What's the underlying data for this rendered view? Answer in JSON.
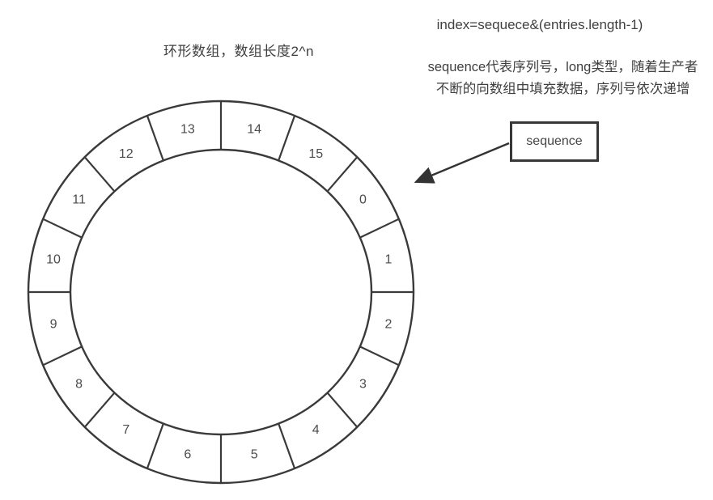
{
  "title": "环形数组，数组长度2^n",
  "formula": "index=sequece&(entries.length-1)",
  "description": {
    "line1": "sequence代表序列号，long类型，随着生产者",
    "line2": "不断的向数组中填充数据，序列号依次递增"
  },
  "sequence_box": {
    "label": "sequence"
  },
  "ring": {
    "labels": [
      "0",
      "1",
      "2",
      "3",
      "4",
      "5",
      "6",
      "7",
      "8",
      "9",
      "10",
      "11",
      "12",
      "13",
      "14",
      "15"
    ]
  },
  "colors": {
    "stroke": "#3a3a3a",
    "label_text": "#4c4c4c",
    "background": "#ffffff"
  }
}
